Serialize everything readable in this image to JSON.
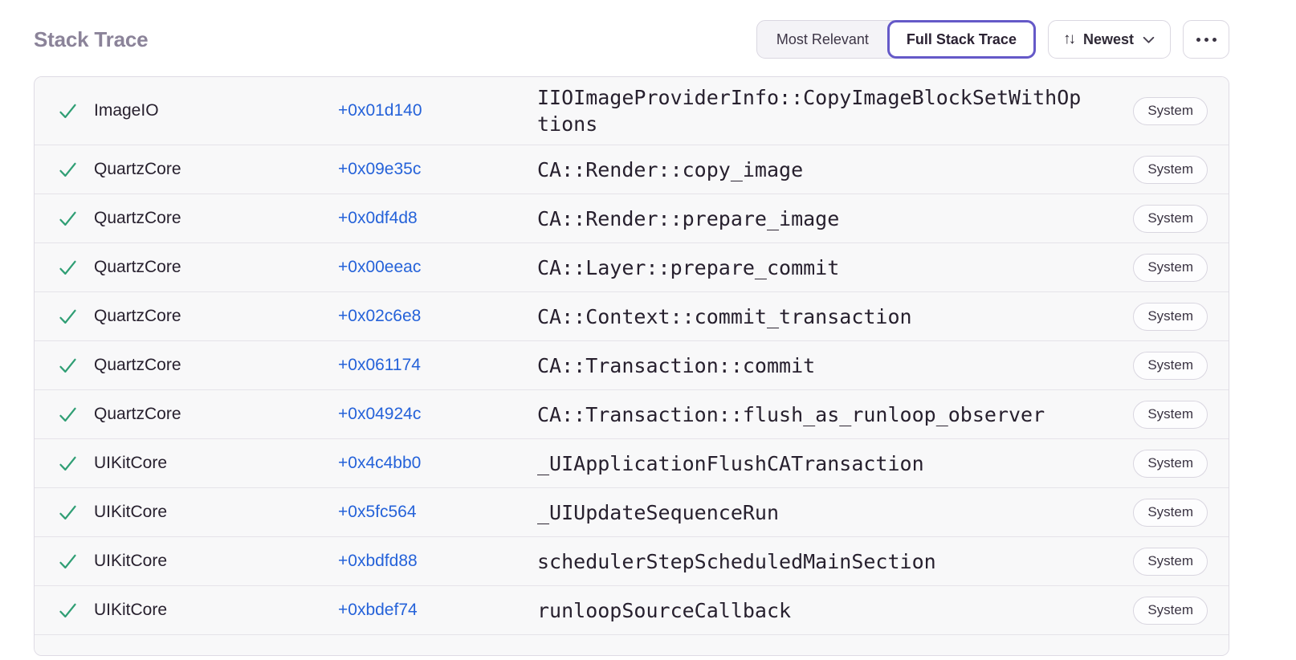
{
  "header": {
    "title": "Stack Trace",
    "segmented": {
      "options": [
        "Most Relevant",
        "Full Stack Trace"
      ],
      "selected": "Full Stack Trace"
    },
    "sort": {
      "label": "Newest",
      "sort_icon": "↑↓",
      "chevron_icon": "chevron-down"
    },
    "more_icon": "ellipsis"
  },
  "colors": {
    "accent_purple": "#6559c8",
    "link_blue": "#2562d9",
    "check_green": "#2f9e74",
    "title_gray": "#8b8399",
    "row_bg": "#f8f8f9",
    "border": "#dedbe4"
  },
  "table": {
    "rows": [
      {
        "module": "ImageIO",
        "address": "+0x01d140",
        "function": "IIOImageProviderInfo::CopyImageBlockSetWithOptions",
        "badge": "System"
      },
      {
        "module": "QuartzCore",
        "address": "+0x09e35c",
        "function": "CA::Render::copy_image",
        "badge": "System"
      },
      {
        "module": "QuartzCore",
        "address": "+0x0df4d8",
        "function": "CA::Render::prepare_image",
        "badge": "System"
      },
      {
        "module": "QuartzCore",
        "address": "+0x00eeac",
        "function": "CA::Layer::prepare_commit",
        "badge": "System"
      },
      {
        "module": "QuartzCore",
        "address": "+0x02c6e8",
        "function": "CA::Context::commit_transaction",
        "badge": "System"
      },
      {
        "module": "QuartzCore",
        "address": "+0x061174",
        "function": "CA::Transaction::commit",
        "badge": "System"
      },
      {
        "module": "QuartzCore",
        "address": "+0x04924c",
        "function": "CA::Transaction::flush_as_runloop_observer",
        "badge": "System"
      },
      {
        "module": "UIKitCore",
        "address": "+0x4c4bb0",
        "function": "_UIApplicationFlushCATransaction",
        "badge": "System"
      },
      {
        "module": "UIKitCore",
        "address": "+0x5fc564",
        "function": "_UIUpdateSequenceRun",
        "badge": "System"
      },
      {
        "module": "UIKitCore",
        "address": "+0xbdfd88",
        "function": "schedulerStepScheduledMainSection",
        "badge": "System"
      },
      {
        "module": "UIKitCore",
        "address": "+0xbdef74",
        "function": "runloopSourceCallback",
        "badge": "System"
      }
    ]
  }
}
